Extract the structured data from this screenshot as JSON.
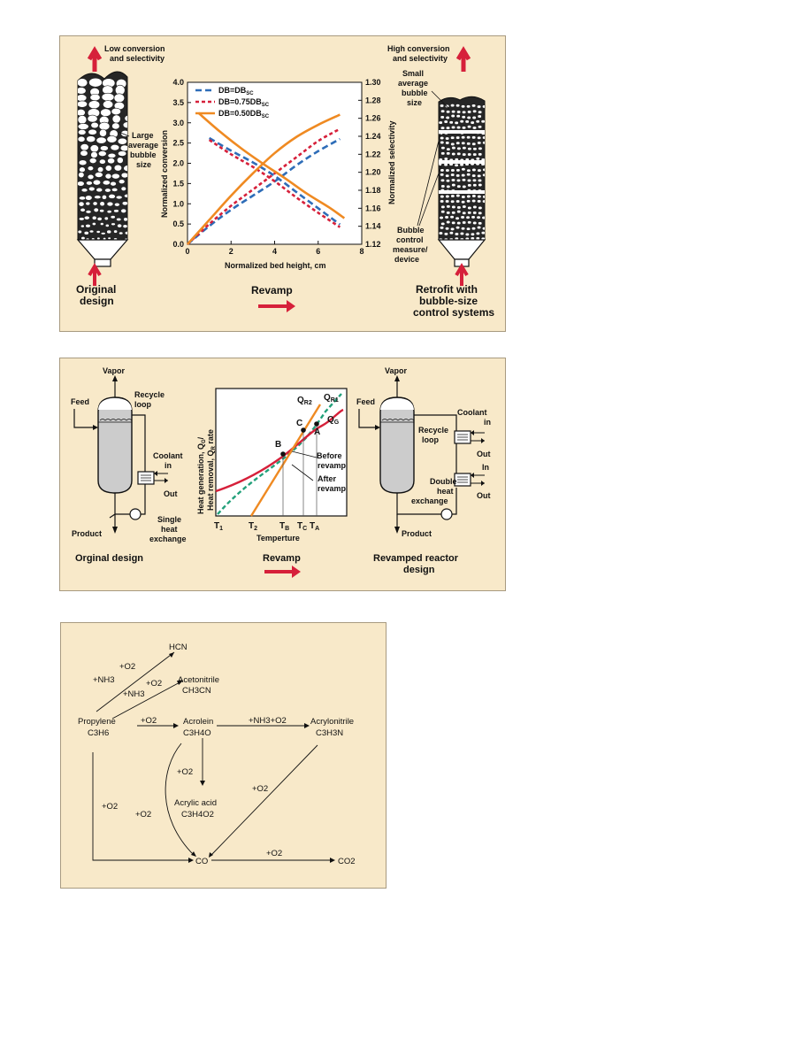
{
  "panel1": {
    "top_left": [
      "Low conversion",
      "and selectivity"
    ],
    "top_right": [
      "High conversion",
      "and selectivity"
    ],
    "large_bubble": [
      "Large",
      "average",
      "bubble",
      "size"
    ],
    "small_bubble": [
      "Small",
      "average",
      "bubble",
      "size"
    ],
    "bubble_control": [
      "Bubble",
      "control",
      "measure/",
      "device"
    ],
    "bottom_left": [
      "Original",
      "design"
    ],
    "bottom_center": "Revamp",
    "bottom_right": [
      "Retrofit with",
      "bubble-size",
      "control systems"
    ]
  },
  "chart_data": {
    "type": "line",
    "xlabel": "Normalized bed height, cm",
    "ylabel_left": "Normalized conversion",
    "ylabel_right": "Normalized selectivity",
    "xlim": [
      0,
      8
    ],
    "ylim_left": [
      0.0,
      4.0
    ],
    "ylim_right": [
      1.12,
      1.3
    ],
    "x_ticks": [
      "0",
      "2",
      "4",
      "6",
      "8"
    ],
    "y_ticks_left": [
      "0.0",
      "0.5",
      "1.0",
      "1.5",
      "2.0",
      "2.5",
      "3.0",
      "3.5",
      "4.0"
    ],
    "y_ticks_right": [
      "1.12",
      "1.14",
      "1.16",
      "1.18",
      "1.20",
      "1.22",
      "1.24",
      "1.26",
      "1.28",
      "1.30"
    ],
    "legend_position": "top-left",
    "series": [
      {
        "name": "DB=DB_SC",
        "legend_main": "DB=DB",
        "legend_sub": "SC",
        "color": "#2e6db8",
        "dash": "7,4",
        "conversion": {
          "x": [
            0,
            1,
            2,
            3,
            4,
            5,
            6,
            7
          ],
          "y": [
            0.0,
            0.45,
            0.85,
            1.2,
            1.55,
            1.95,
            2.3,
            2.6
          ]
        },
        "selectivity": {
          "x": [
            1,
            2,
            3,
            4,
            5,
            6,
            7
          ],
          "y": [
            1.238,
            1.224,
            1.211,
            1.196,
            1.178,
            1.16,
            1.142
          ]
        }
      },
      {
        "name": "DB=0.75DB_SC",
        "legend_main": "DB=0.75DB",
        "legend_sub": "SC",
        "color": "#d6203a",
        "dash": "4,3",
        "conversion": {
          "x": [
            0,
            1,
            2,
            3,
            4,
            5,
            6,
            7
          ],
          "y": [
            0.0,
            0.5,
            0.95,
            1.35,
            1.75,
            2.15,
            2.55,
            2.85
          ]
        },
        "selectivity": {
          "x": [
            1,
            2,
            3,
            4,
            5,
            6,
            7
          ],
          "y": [
            1.236,
            1.22,
            1.206,
            1.19,
            1.172,
            1.155,
            1.139
          ]
        }
      },
      {
        "name": "DB=0.50DB_SC",
        "legend_main": "DB=0.50DB",
        "legend_sub": "SC",
        "color": "#ef8a22",
        "dash": "",
        "conversion": {
          "x": [
            0,
            1,
            2,
            3,
            4,
            5,
            6,
            7
          ],
          "y": [
            0.0,
            0.6,
            1.2,
            1.75,
            2.25,
            2.65,
            2.95,
            3.2
          ]
        },
        "selectivity": {
          "x": [
            0.5,
            1.5,
            2.5,
            3.5,
            4.5,
            5.5,
            6.5,
            7.2
          ],
          "y": [
            1.266,
            1.245,
            1.226,
            1.209,
            1.193,
            1.176,
            1.161,
            1.149
          ]
        }
      }
    ]
  },
  "panel2": {
    "vapor_left": "Vapor",
    "feed_left": "Feed",
    "recycle_left": [
      "Recycle",
      "loop"
    ],
    "coolant_left": [
      "Coolant",
      "in"
    ],
    "out_left": "Out",
    "single_hx": [
      "Single",
      "heat",
      "exchange"
    ],
    "product_left": "Product",
    "title_left": "Orginal design",
    "chart_ylabel": [
      "Heat generation, Q",
      "G",
      "/",
      "Heat removal, Q",
      "R",
      " rate"
    ],
    "chart_xlabel": "Temperture",
    "t1": "T",
    "t1s": "1",
    "t2": "T",
    "t2s": "2",
    "tb": "T",
    "tbs": "B",
    "tc": "T",
    "tcs": "C",
    "ta": "T",
    "tas": "A",
    "qr2": "Q",
    "qr2s": "R2",
    "qr1": "Q",
    "qr1s": "R1",
    "qg": "Q",
    "qgs": "G",
    "pt_a": "A",
    "pt_b": "B",
    "pt_c": "C",
    "before": [
      "Before",
      "revamp"
    ],
    "after": [
      "After",
      "revamp"
    ],
    "revamp": "Revamp",
    "vapor_right": "Vapor",
    "feed_right": "Feed",
    "coolant_right": [
      "Coolant",
      "in"
    ],
    "recycle_right": [
      "Recycle",
      "loop"
    ],
    "out_r1": "Out",
    "in_r": "In",
    "out_r2": "Out",
    "double_hx": [
      "Double",
      "heat",
      "exchange"
    ],
    "product_right": "Product",
    "title_right": [
      "Revamped reactor",
      "design"
    ]
  },
  "panel3": {
    "hcn": "HCN",
    "o2_a": "+O2",
    "nh3_a": "+NH3",
    "acetonitrile": "Acetonitrile",
    "acetonitrile_f": "CH3CN",
    "o2_b": "+O2",
    "nh3_b": "+NH3",
    "propylene": "Propylene",
    "propylene_f": "C3H6",
    "o2_c": "+O2",
    "acrolein": "Acrolein",
    "acrolein_f": "C3H4O",
    "nh3o2": "+NH3+O2",
    "acrylonitrile": "Acrylonitrile",
    "acrylonitrile_f": "C3H3N",
    "o2_d": "+O2",
    "acrylic": "Acrylic acid",
    "acrylic_f": "C3H4O2",
    "o2_e": "+O2",
    "o2_f": "+O2",
    "o2_g": "+O2",
    "o2_h": "+O2",
    "co": "CO",
    "co2": "CO2"
  }
}
